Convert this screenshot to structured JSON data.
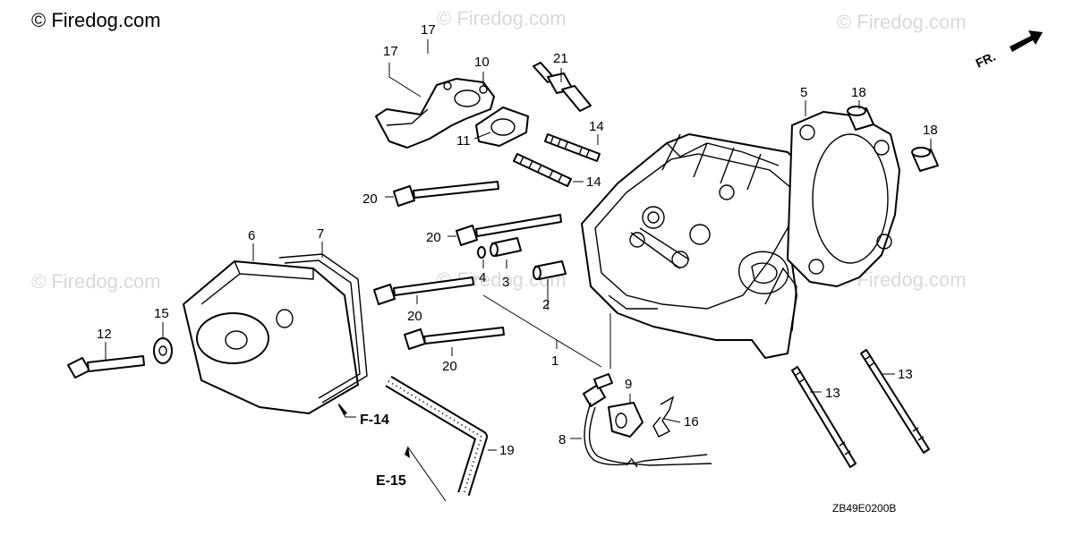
{
  "watermarks": {
    "main": "© Firedog.com",
    "faint": "© Firedog.com"
  },
  "direction_label": "FR.",
  "diagram_code": "ZB49E0200B",
  "references": [
    "F-14",
    "E-15"
  ],
  "callouts": [
    "17",
    "17",
    "10",
    "21",
    "14",
    "11",
    "14",
    "20",
    "20",
    "20",
    "20",
    "5",
    "18",
    "18",
    "6",
    "7",
    "15",
    "12",
    "4",
    "3",
    "2",
    "1",
    "9",
    "16",
    "8",
    "19",
    "13",
    "13"
  ]
}
